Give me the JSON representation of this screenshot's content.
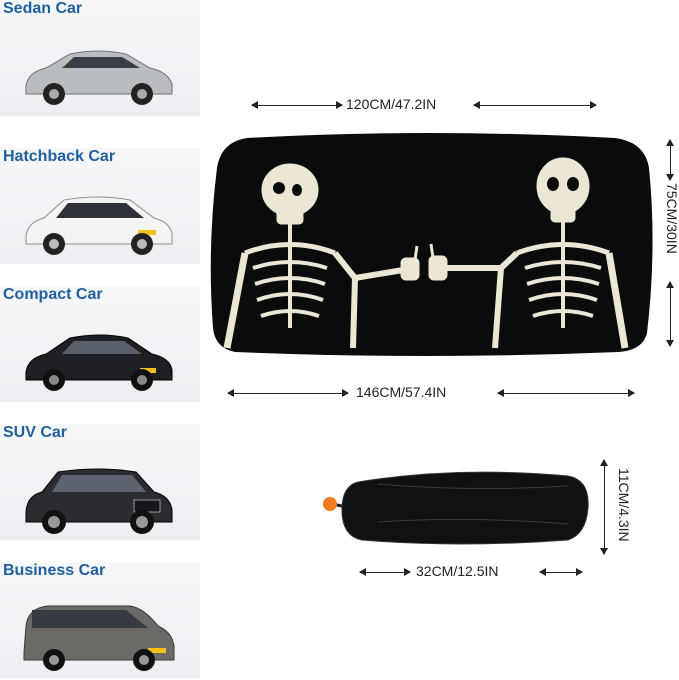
{
  "car_types": [
    {
      "label": "Sedan Car",
      "color": "#b9bcc0"
    },
    {
      "label": "Hatchback Car",
      "color": "#f4f4f4"
    },
    {
      "label": "Compact Car",
      "color": "#1d1f24"
    },
    {
      "label": "SUV Car",
      "color": "#2a2c31"
    },
    {
      "label": "Business Car",
      "color": "#6b6a66"
    }
  ],
  "dimensions": {
    "top_width": "120CM/47.2IN",
    "height": "75CM/30IN",
    "bottom_width": "146CM/57.4IN",
    "bag_height": "11CM/4.3IN",
    "bag_width": "32CM/12.5IN"
  },
  "colors": {
    "label_blue": "#1f5f9e",
    "shade_black": "#0b0b0b",
    "bone": "#ece6d4",
    "tag_orange": "#f07a1f"
  }
}
